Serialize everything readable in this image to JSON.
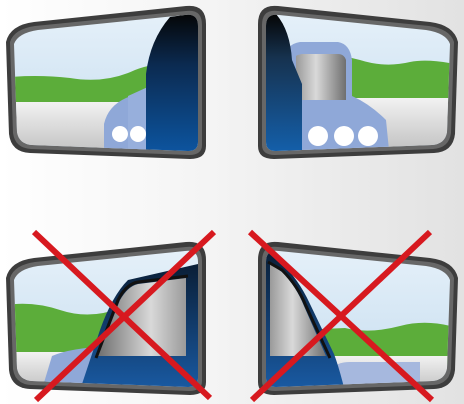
{
  "figure": {
    "panels": [
      {
        "id": "correct-left",
        "status": "correct",
        "side": "left",
        "cross_color": ""
      },
      {
        "id": "correct-right",
        "status": "correct",
        "side": "right",
        "cross_color": ""
      },
      {
        "id": "incorrect-left",
        "status": "incorrect",
        "side": "left",
        "cross_color": "#d7191f"
      },
      {
        "id": "incorrect-right",
        "status": "incorrect",
        "side": "right",
        "cross_color": "#d7191f"
      }
    ],
    "colors": {
      "frame": "#3d3d3d",
      "sky": "#cfe3f2",
      "grass": "#5cad3a",
      "road": "#dadada",
      "car_body": "#8fa8d8",
      "door_pillar": "#0a4d8c",
      "cross": "#d7191f"
    }
  }
}
